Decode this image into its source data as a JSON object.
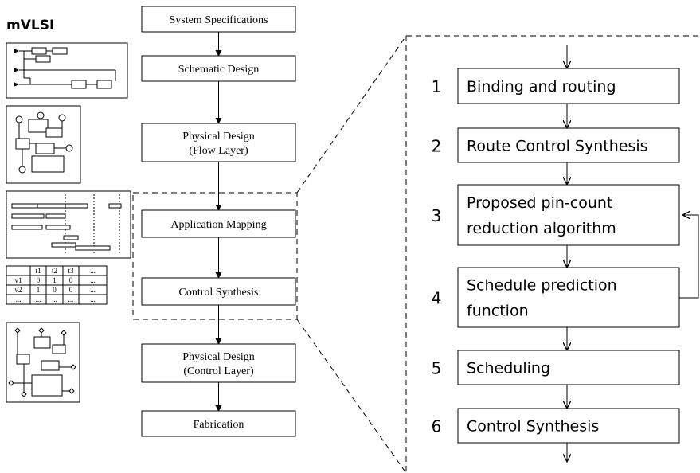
{
  "title": "mVLSI",
  "left_flow": [
    {
      "id": "sys-spec",
      "lines": [
        "System Specifications"
      ]
    },
    {
      "id": "schematic",
      "lines": [
        "Schematic Design"
      ]
    },
    {
      "id": "phys-flow",
      "lines": [
        "Physical Design",
        "(Flow Layer)"
      ]
    },
    {
      "id": "app-map",
      "lines": [
        "Application Mapping"
      ]
    },
    {
      "id": "ctrl-synth",
      "lines": [
        "Control Synthesis"
      ]
    },
    {
      "id": "phys-ctrl",
      "lines": [
        "Physical Design",
        "(Control Layer)"
      ]
    },
    {
      "id": "fab",
      "lines": [
        "Fabrication"
      ]
    }
  ],
  "right_flow": [
    {
      "num": "1",
      "lines": [
        "Binding and routing"
      ]
    },
    {
      "num": "2",
      "lines": [
        "Route Control Synthesis"
      ]
    },
    {
      "num": "3",
      "lines": [
        "Proposed pin-count",
        "reduction algorithm"
      ]
    },
    {
      "num": "4",
      "lines": [
        "Schedule prediction",
        "function"
      ]
    },
    {
      "num": "5",
      "lines": [
        "Scheduling"
      ]
    },
    {
      "num": "6",
      "lines": [
        "Control Synthesis"
      ]
    }
  ],
  "table": {
    "header": [
      "",
      "t1",
      "t2",
      "t3",
      "..."
    ],
    "rows": [
      [
        "v1",
        "0",
        "1",
        "0",
        "..."
      ],
      [
        "v2",
        "1",
        "0",
        "0",
        "..."
      ],
      [
        "...",
        "...",
        "...",
        "...",
        "..."
      ]
    ]
  }
}
